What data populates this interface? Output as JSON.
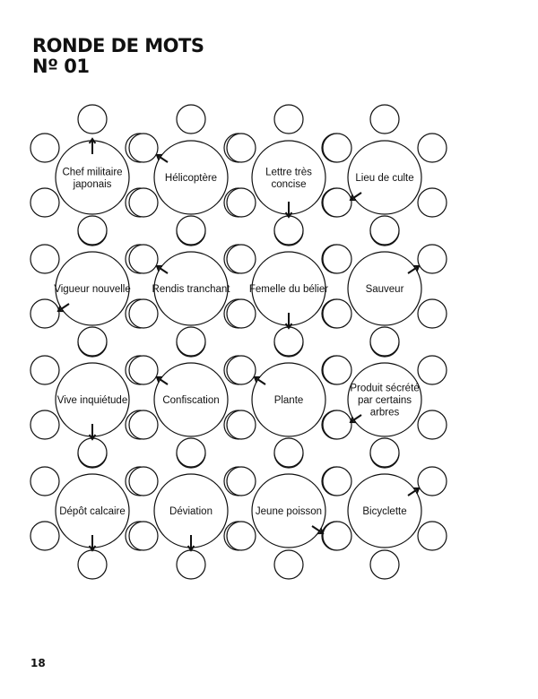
{
  "title": {
    "line1": "RONDE DE MOTS",
    "line2": "Nº 01"
  },
  "page_number": "18",
  "puzzle": {
    "circles": [
      {
        "clue": [
          "Chef militaire",
          "japonais"
        ],
        "arrow": "up-top"
      },
      {
        "clue": [
          "Hélicoptère"
        ],
        "arrow": "to-top-left"
      },
      {
        "clue": [
          "Lettre très",
          "concise"
        ],
        "arrow": "down-bottom"
      },
      {
        "clue": [
          "Lieu de culte"
        ],
        "arrow": "to-bottom-left"
      },
      {
        "clue": [
          "Vigueur nouvelle"
        ],
        "arrow": "to-bottom-left"
      },
      {
        "clue": [
          "Rendis tranchant"
        ],
        "arrow": "to-top-left"
      },
      {
        "clue": [
          "Femelle du bélier"
        ],
        "arrow": "down-bottom"
      },
      {
        "clue": [
          "Sauveur"
        ],
        "arrow": "to-top-right"
      },
      {
        "clue": [
          "Vive inquiétude"
        ],
        "arrow": "down-bottom"
      },
      {
        "clue": [
          "Confiscation"
        ],
        "arrow": "to-top-left"
      },
      {
        "clue": [
          "Plante"
        ],
        "arrow": "to-top-left"
      },
      {
        "clue": [
          "Produit sécrété",
          "par certains",
          "arbres"
        ],
        "arrow": "to-bottom-left"
      },
      {
        "clue": [
          "Dépôt calcaire"
        ],
        "arrow": "down-bottom"
      },
      {
        "clue": [
          "Déviation"
        ],
        "arrow": "down-bottom"
      },
      {
        "clue": [
          "Jeune poisson"
        ],
        "arrow": "to-bottom-right"
      },
      {
        "clue": [
          "Bicyclette"
        ],
        "arrow": "to-top-right"
      }
    ]
  }
}
